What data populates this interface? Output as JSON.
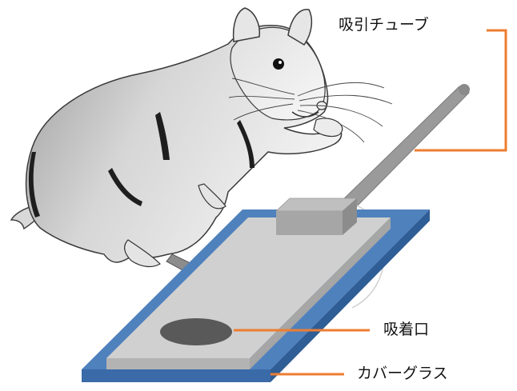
{
  "labels": {
    "suction_tube": "吸引チューブ",
    "suction_port": "吸着口",
    "cover_glass": "カバーグラス"
  },
  "colors": {
    "leader_line": "#ed7d31",
    "cover_glass": "#4f81bd",
    "cover_glass_edge": "#3a6aa8",
    "slide_top": "#d0d0d0",
    "slide_side": "#a6a6a6",
    "suction_port": "#595959",
    "tube": "#9a9a9a",
    "rat_body": "#cfcfcf",
    "rat_outline": "#2a2a2a"
  },
  "icons": {
    "animal": "rat-illustration",
    "device": "suction-apparatus"
  }
}
